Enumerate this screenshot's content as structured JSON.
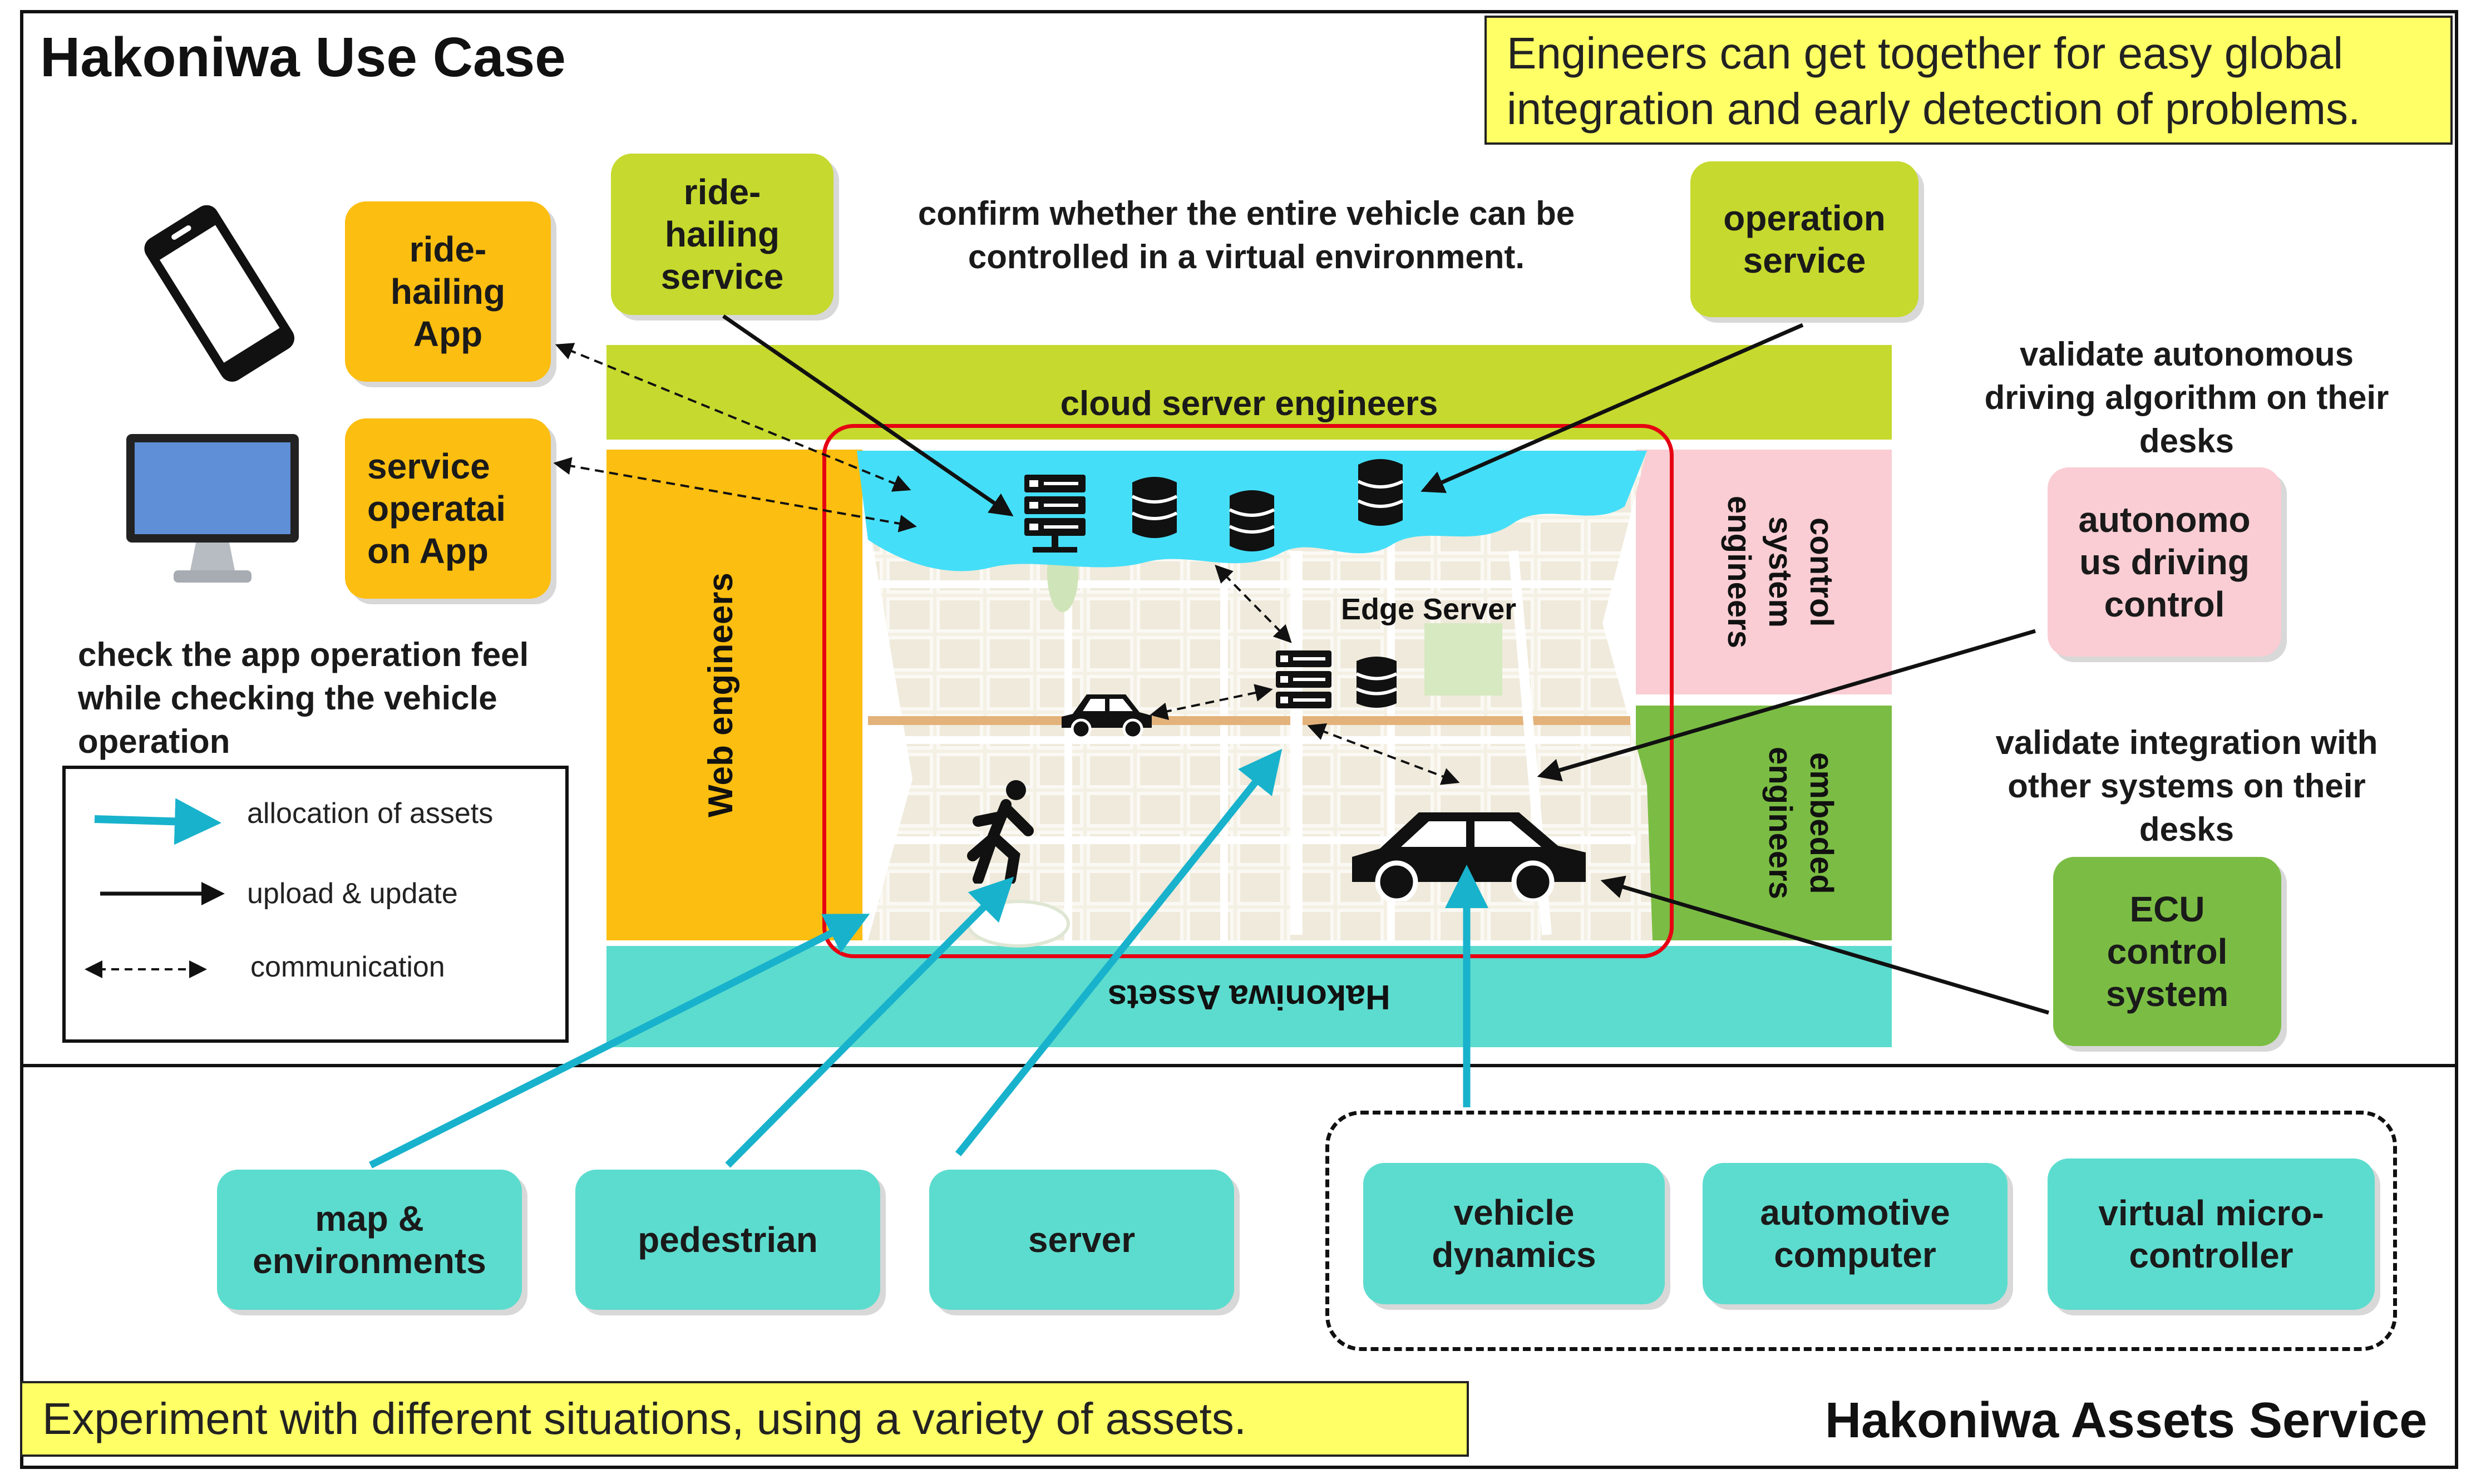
{
  "titles": {
    "use_case": "Hakoniwa Use Case",
    "assets_service": "Hakoniwa Assets Service"
  },
  "notes": {
    "engineers_together": "Engineers can get together for easy global integration and early detection of problems.",
    "experiment": "Experiment with different situations, using a variety of assets.",
    "confirm_vehicle": "confirm whether the entire vehicle can be controlled in a virtual environment.",
    "check_app": "check the app operation feel while checking the vehicle operation",
    "validate_autonomous": "validate autonomous driving algorithm on their desks",
    "validate_integration": "validate integration with other systems on their desks"
  },
  "cards": {
    "ride_hailing_app": "ride-hailing App",
    "service_operation_app": "service operatai on App",
    "ride_hailing_service": "ride-hailing service",
    "operation_service": "operation service",
    "autonomous_driving": "autonomo us driving control",
    "ecu_control": "ECU control system"
  },
  "bands": {
    "cloud": "cloud server engineers",
    "web": "Web engineers",
    "control": "control system engineers",
    "embedded": "embeded engineers",
    "assets": "Hakoniwa Assets"
  },
  "map": {
    "edge_server": "Edge Server"
  },
  "legend": {
    "allocation": "allocation of assets",
    "upload": "upload & update",
    "communication": "communication"
  },
  "assets": {
    "map_env": "map & environments",
    "pedestrian": "pedestrian",
    "server": "server",
    "vehicle_dynamics": "vehicle dynamics",
    "automotive_computer": "automotive computer",
    "virtual_micro": "virtual micro-controller"
  },
  "colors": {
    "orange": "#fcbe10",
    "lime": "#c6d92e",
    "pink": "#f9cdd3",
    "green": "#7bbd44",
    "teal": "#5cdcce",
    "note_yellow": "#ffff66",
    "arrow_teal": "#18b2cc",
    "map_border": "#e60012"
  }
}
